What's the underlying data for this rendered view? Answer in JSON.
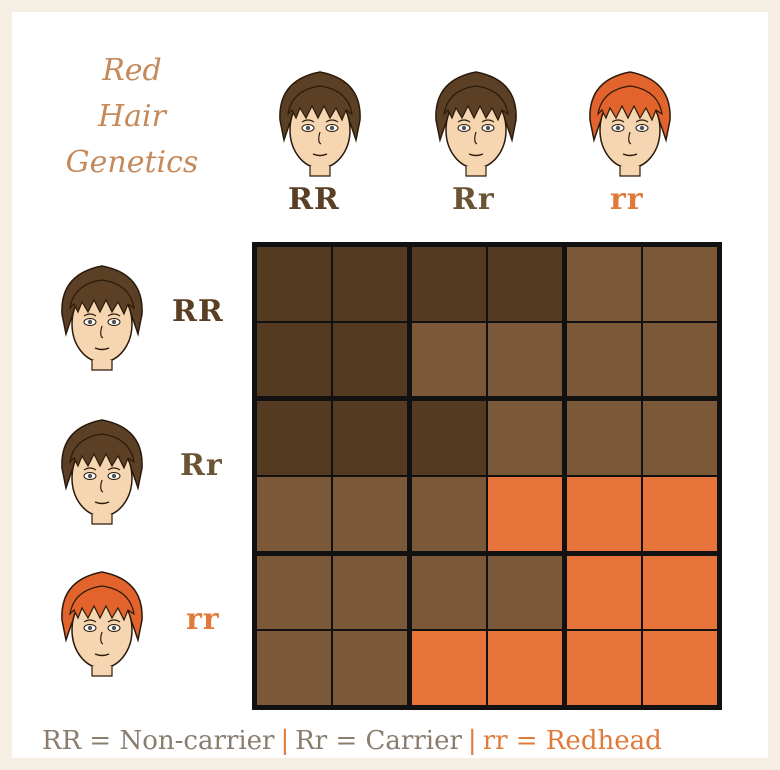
{
  "title": {
    "line1": "Red",
    "line2": "Hair",
    "line3": "Genetics"
  },
  "columns": [
    {
      "genotype": "RR",
      "hair": "brown"
    },
    {
      "genotype": "Rr",
      "hair": "brown"
    },
    {
      "genotype": "rr",
      "hair": "red"
    }
  ],
  "rows": [
    {
      "genotype": "RR",
      "hair": "brown"
    },
    {
      "genotype": "Rr",
      "hair": "brown"
    },
    {
      "genotype": "rr",
      "hair": "red"
    }
  ],
  "colors": {
    "dark_brown": "#553a22",
    "medium_brown": "#7a5838",
    "red_orange": "#e5733a",
    "grid_line": "#111111",
    "hair_brown": "#5c4025",
    "hair_red": "#e2642c",
    "skin": "#f6d6b0"
  },
  "grid": [
    [
      "dark",
      "dark",
      "dark",
      "dark",
      "medium",
      "medium"
    ],
    [
      "dark",
      "dark",
      "medium",
      "medium",
      "medium",
      "medium"
    ],
    [
      "dark",
      "dark",
      "dark",
      "medium",
      "medium",
      "medium"
    ],
    [
      "medium",
      "medium",
      "medium",
      "red",
      "red",
      "red"
    ],
    [
      "medium",
      "medium",
      "medium",
      "medium",
      "red",
      "red"
    ],
    [
      "medium",
      "medium",
      "red",
      "red",
      "red",
      "red"
    ]
  ],
  "legend": {
    "part1": "RR = Non-carrier",
    "sep": "|",
    "part2": "Rr = Carrier",
    "part3": "rr = Redhead"
  }
}
